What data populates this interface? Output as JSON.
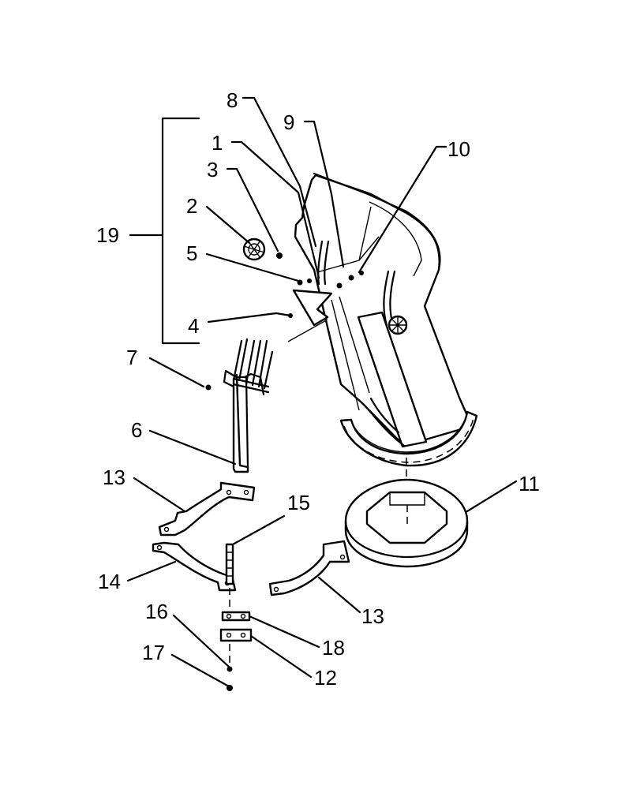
{
  "callouts": [
    {
      "id": "c1",
      "text": "1"
    },
    {
      "id": "c2",
      "text": "2"
    },
    {
      "id": "c3",
      "text": "3"
    },
    {
      "id": "c4",
      "text": "4"
    },
    {
      "id": "c5",
      "text": "5"
    },
    {
      "id": "c6",
      "text": "6"
    },
    {
      "id": "c7",
      "text": "7"
    },
    {
      "id": "c8",
      "text": "8"
    },
    {
      "id": "c9",
      "text": "9"
    },
    {
      "id": "c10",
      "text": "10"
    },
    {
      "id": "c11",
      "text": "11"
    },
    {
      "id": "c12",
      "text": "12"
    },
    {
      "id": "c13a",
      "text": "13"
    },
    {
      "id": "c13b",
      "text": "13"
    },
    {
      "id": "c14",
      "text": "14"
    },
    {
      "id": "c15",
      "text": "15"
    },
    {
      "id": "c16",
      "text": "16"
    },
    {
      "id": "c17",
      "text": "17"
    },
    {
      "id": "c18",
      "text": "18"
    },
    {
      "id": "c19",
      "text": "19"
    }
  ]
}
